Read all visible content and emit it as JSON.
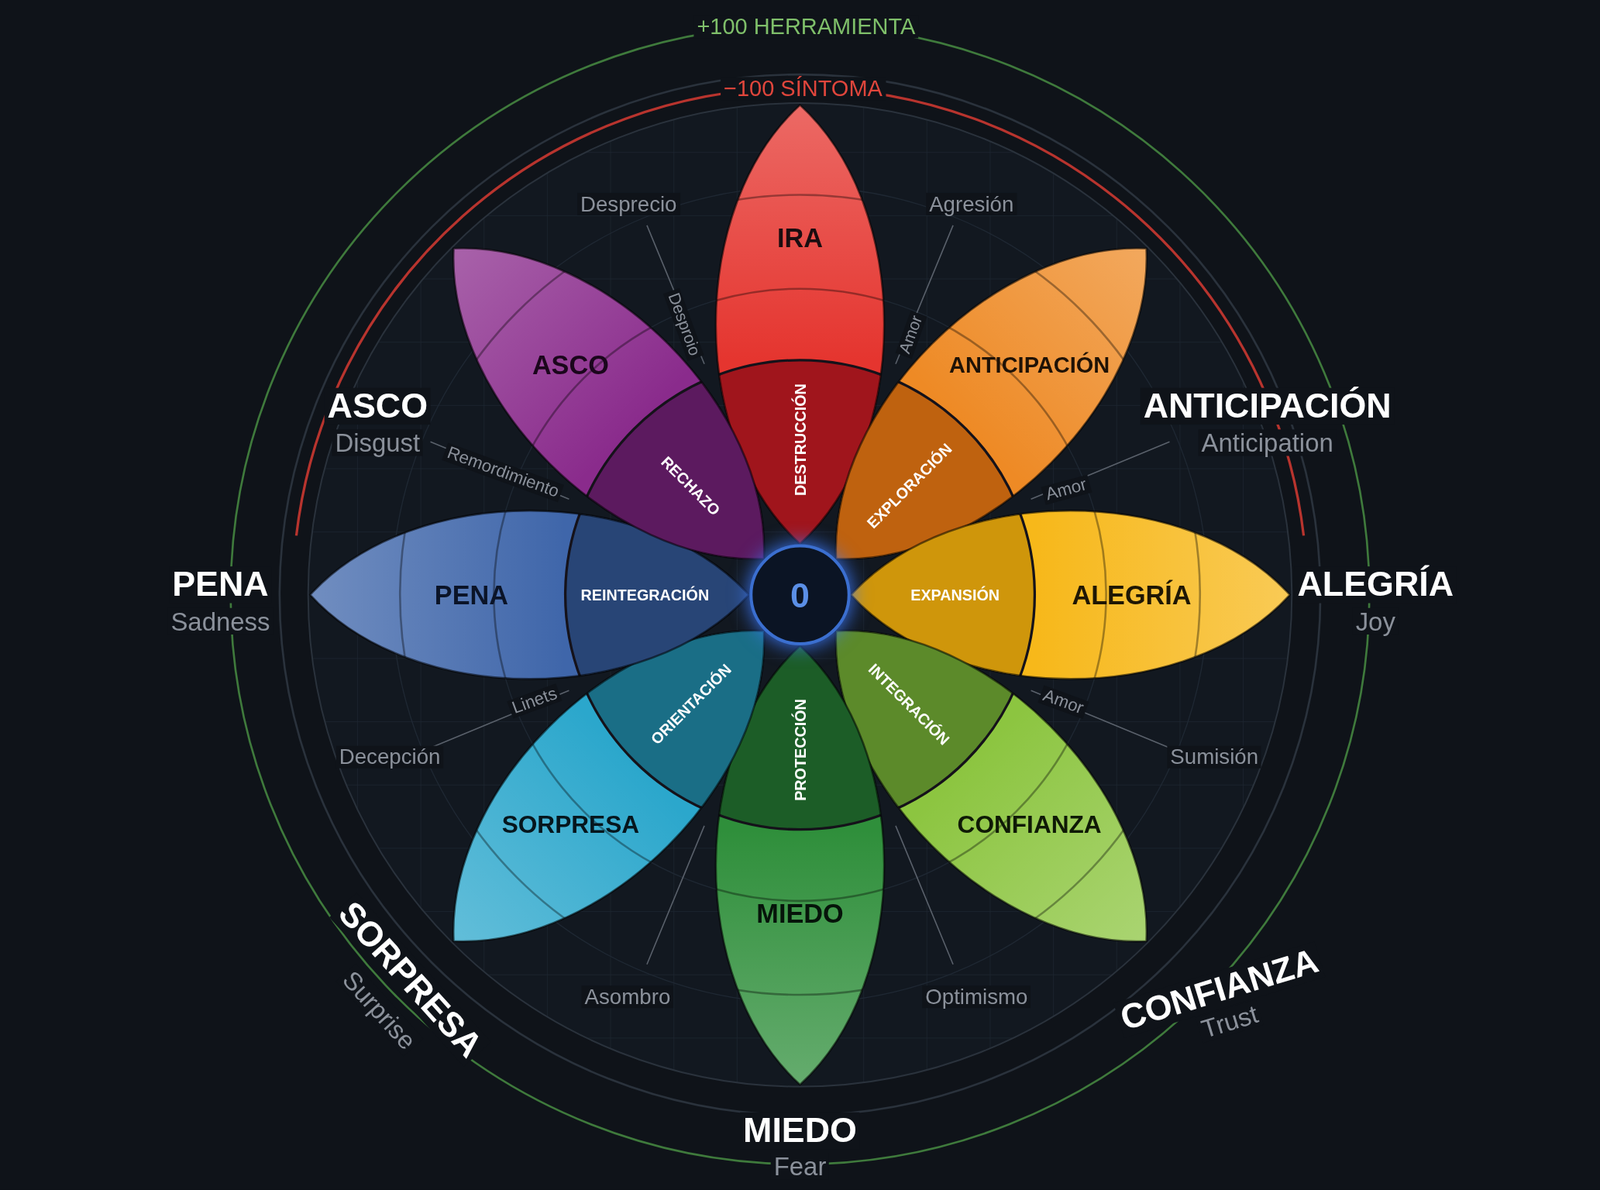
{
  "diagram": {
    "nodes": [
      {
        "text": [
          "IRA",
          "DESTRUCCIÓN"
        ]
      },
      {
        "text": [
          "ANTICIPACIÓN",
          "EXPLORACIÓN"
        ]
      },
      {
        "text": [
          "ALEGRÍA",
          "EXPANSIÓN"
        ]
      },
      {
        "text": [
          "CONFIANZA",
          "INTEGRACIÓN"
        ]
      },
      {
        "text": [
          "MIEDO",
          "PROTECCIÓN"
        ]
      },
      {
        "text": [
          "SORPRESA",
          "ORIENTACIÓN"
        ]
      },
      {
        "text": [
          "PENA",
          "REINTEGRACIÓN"
        ]
      },
      {
        "text": [
          "ASCO",
          "RECHAZO"
        ]
      },
      {
        "text": [
          "0"
        ]
      }
    ],
    "labels": [
      "+100 HERRAMIENTA",
      "−100 SÍNTOMA",
      "ASCO",
      "Disgust",
      "ANTICIPACIÓN",
      "Anticipation",
      "PENA",
      "Sadness",
      "ALEGRÍA",
      "Joy",
      "SORPRESA",
      "Surprise",
      "MIEDO",
      "Fear",
      "CONFIANZA",
      "Trust",
      "Desprecio",
      "Agresión",
      "Desproio",
      "Amor",
      "Remordimiento",
      "Amor",
      "Amor",
      "Linets",
      "Decepción",
      "Sumisión",
      "Asombro",
      "Optimismo"
    ]
  }
}
